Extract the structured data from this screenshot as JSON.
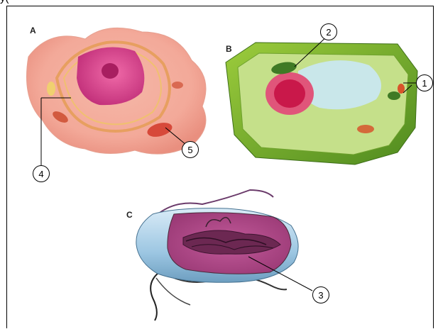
{
  "header_fragment": "y(",
  "panels": {
    "a": "A",
    "b": "B",
    "c": "C"
  },
  "callouts": [
    "1",
    "2",
    "3",
    "4",
    "5"
  ]
}
